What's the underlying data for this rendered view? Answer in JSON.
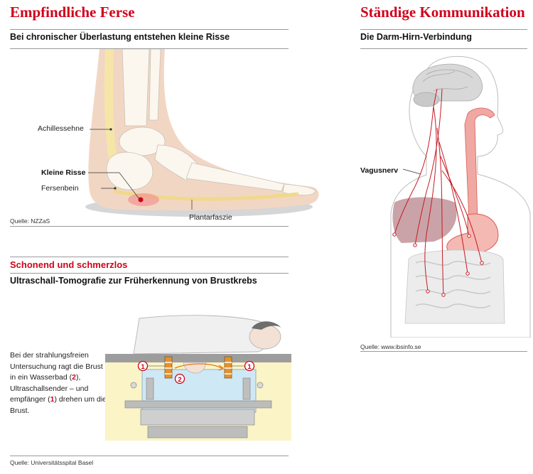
{
  "heel": {
    "title": "Empfindliche Ferse",
    "subtitle": "Bei chronischer Überlastung entstehen kleine Risse",
    "labels": {
      "achilles": "Achillessehne",
      "tears": "Kleine Risse",
      "heel_bone": "Fersenbein",
      "plantar": "Plantarfaszie"
    },
    "source": "Quelle: NZZaS"
  },
  "gut": {
    "title": "Ständige Kommunikation",
    "subtitle": "Die Darm-Hirn-Verbindung",
    "labels": {
      "vagus": "Vagusnerv"
    },
    "source": "Quelle: www.ibsinfo.se"
  },
  "ultrasound": {
    "title": "Schonend und schmerzlos",
    "subtitle": "Ultraschall-Tomografie zur Früherkennung von Brustkrebs",
    "description": {
      "part1": "Bei der strahlungsfreien Untersuchung ragt die Brust in ein Wasserbad (",
      "num2": "2",
      "part2": "), Ultraschallsender – und empfänger (",
      "num1": "1",
      "part3": ") drehen um die Brust."
    },
    "markers": {
      "one": "1",
      "two": "2"
    },
    "source": "Quelle: Universitätsspital Basel"
  },
  "colors": {
    "accent": "#d0021b",
    "skin": "#f2d6c4",
    "bone": "#fbf7ef",
    "water": "#cfe8f6",
    "tray": "#faf4c6"
  }
}
